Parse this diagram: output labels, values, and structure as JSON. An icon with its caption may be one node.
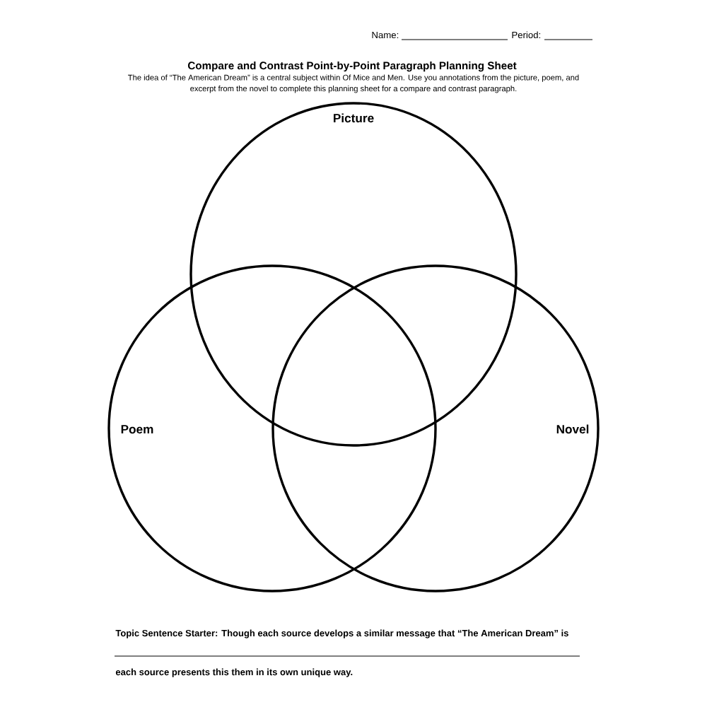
{
  "diagram": {
    "title": "Compare and Contrast Point-by-Point Paragraph Planning Sheet",
    "nodes": [
      {
        "text": [
          "Picture"
        ]
      },
      {
        "text": [
          "Poem"
        ]
      },
      {
        "text": [
          "Novel"
        ]
      }
    ],
    "labels": [
      "Name:",
      "Period:",
      "The idea of “The American Dream” is a central subject within Of Mice and Men. Use you annotations from the picture, poem, and excerpt from the novel to complete this planning sheet for a compare and contrast paragraph.",
      "Topic Sentence Starter: Though each source develops a similar message that “The American Dream” is",
      "each source presents this them in its own unique way."
    ]
  }
}
